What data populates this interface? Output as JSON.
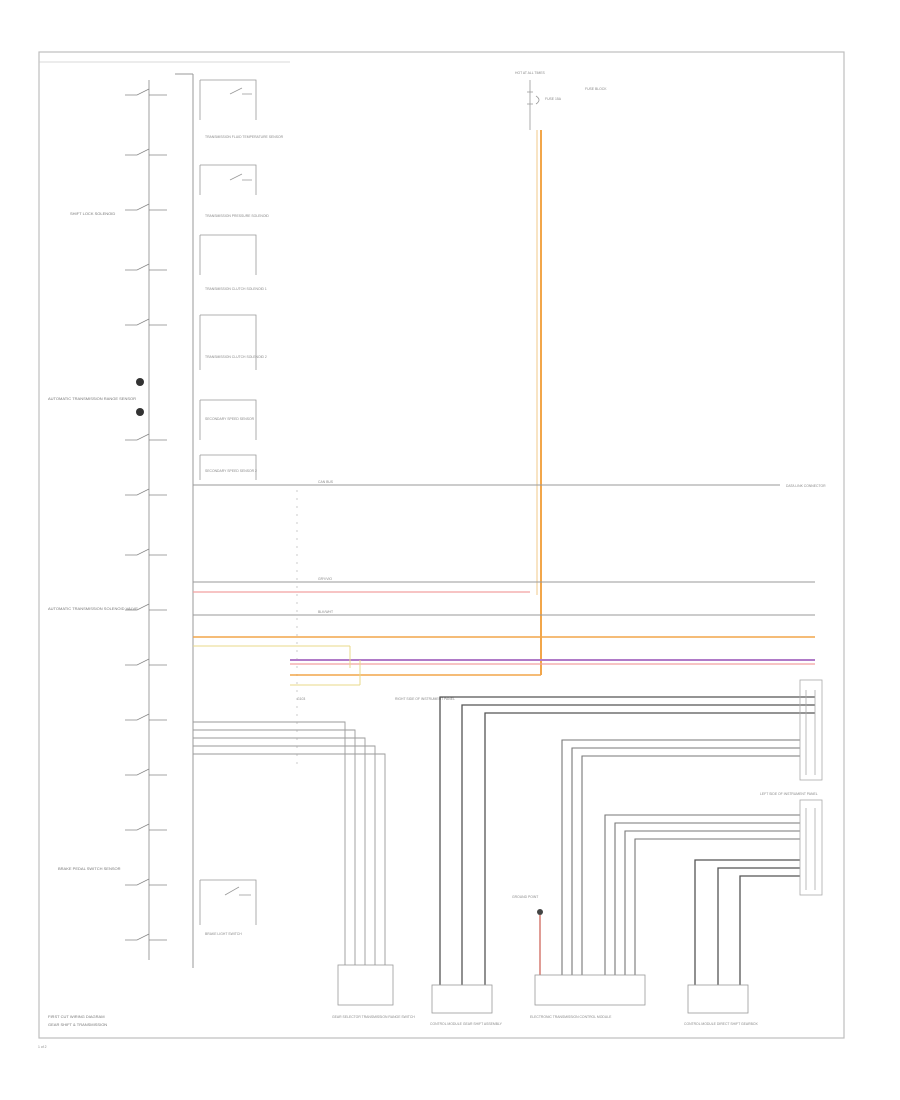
{
  "footer": {
    "title_line1": "FIRST CUT WIRING DIAGRAM",
    "title_line2": "GEAR SHIFT & TRANSMISSION",
    "page_ref": "1 of 2"
  },
  "colors": {
    "frame": "#bdbdbd",
    "wire_gray": "#9a9a9a",
    "wire_dark": "#555555",
    "wire_orange": "#f2a64a",
    "wire_pink": "#f2a1a1",
    "wire_purple": "#b07ac8",
    "wire_yellow": "#e8d98a",
    "wire_red": "#c0392b"
  },
  "fuse": {
    "label": "HOT AT ALL TIMES",
    "name": "FUSE 15A",
    "box": "FUSE BLOCK"
  },
  "left_components": [
    "SHIFT LOCK SOLENOID",
    "AUTOMATIC TRANSMISSION RANGE SENSOR",
    "AUTOMATIC TRANSMISSION SOLENOID VALVE",
    "BRAKE PEDAL SWITCH SENSOR"
  ],
  "right_of_bus_components": [
    "TRANSMISSION FLUID TEMPERATURE SENSOR",
    "TRANSMISSION PRESSURE SOLENOID",
    "TRANSMISSION CLUTCH SOLENOID 1",
    "TRANSMISSION CLUTCH SOLENOID 2",
    "SECONDARY SPEED SENSOR",
    "SECONDARY SPEED SENSOR 2",
    "BRAKE LIGHT SWITCH"
  ],
  "wires": {
    "can_bus": "CAN BUS",
    "diag": "DATA LINK CONNECTOR",
    "gry_vio": "GRY/VIO",
    "blk_wht": "BLK/WHT",
    "ground": "G103"
  },
  "modules": {
    "module_a": "GEAR SELECTOR TRANSMISSION RANGE SWITCH",
    "module_b": "CONTROL MODULE GEAR SHIFT ASSEMBLY",
    "module_c": "ELECTRONIC TRANSMISSION CONTROL MODULE",
    "module_d": "CONTROL MODULE DIRECT SHIFT GEARBOX",
    "splice_1": "RIGHT SIDE OF INSTRUMENT PANEL",
    "splice_2": "LEFT SIDE OF INSTRUMENT PANEL",
    "ground_label": "GROUND POINT"
  }
}
